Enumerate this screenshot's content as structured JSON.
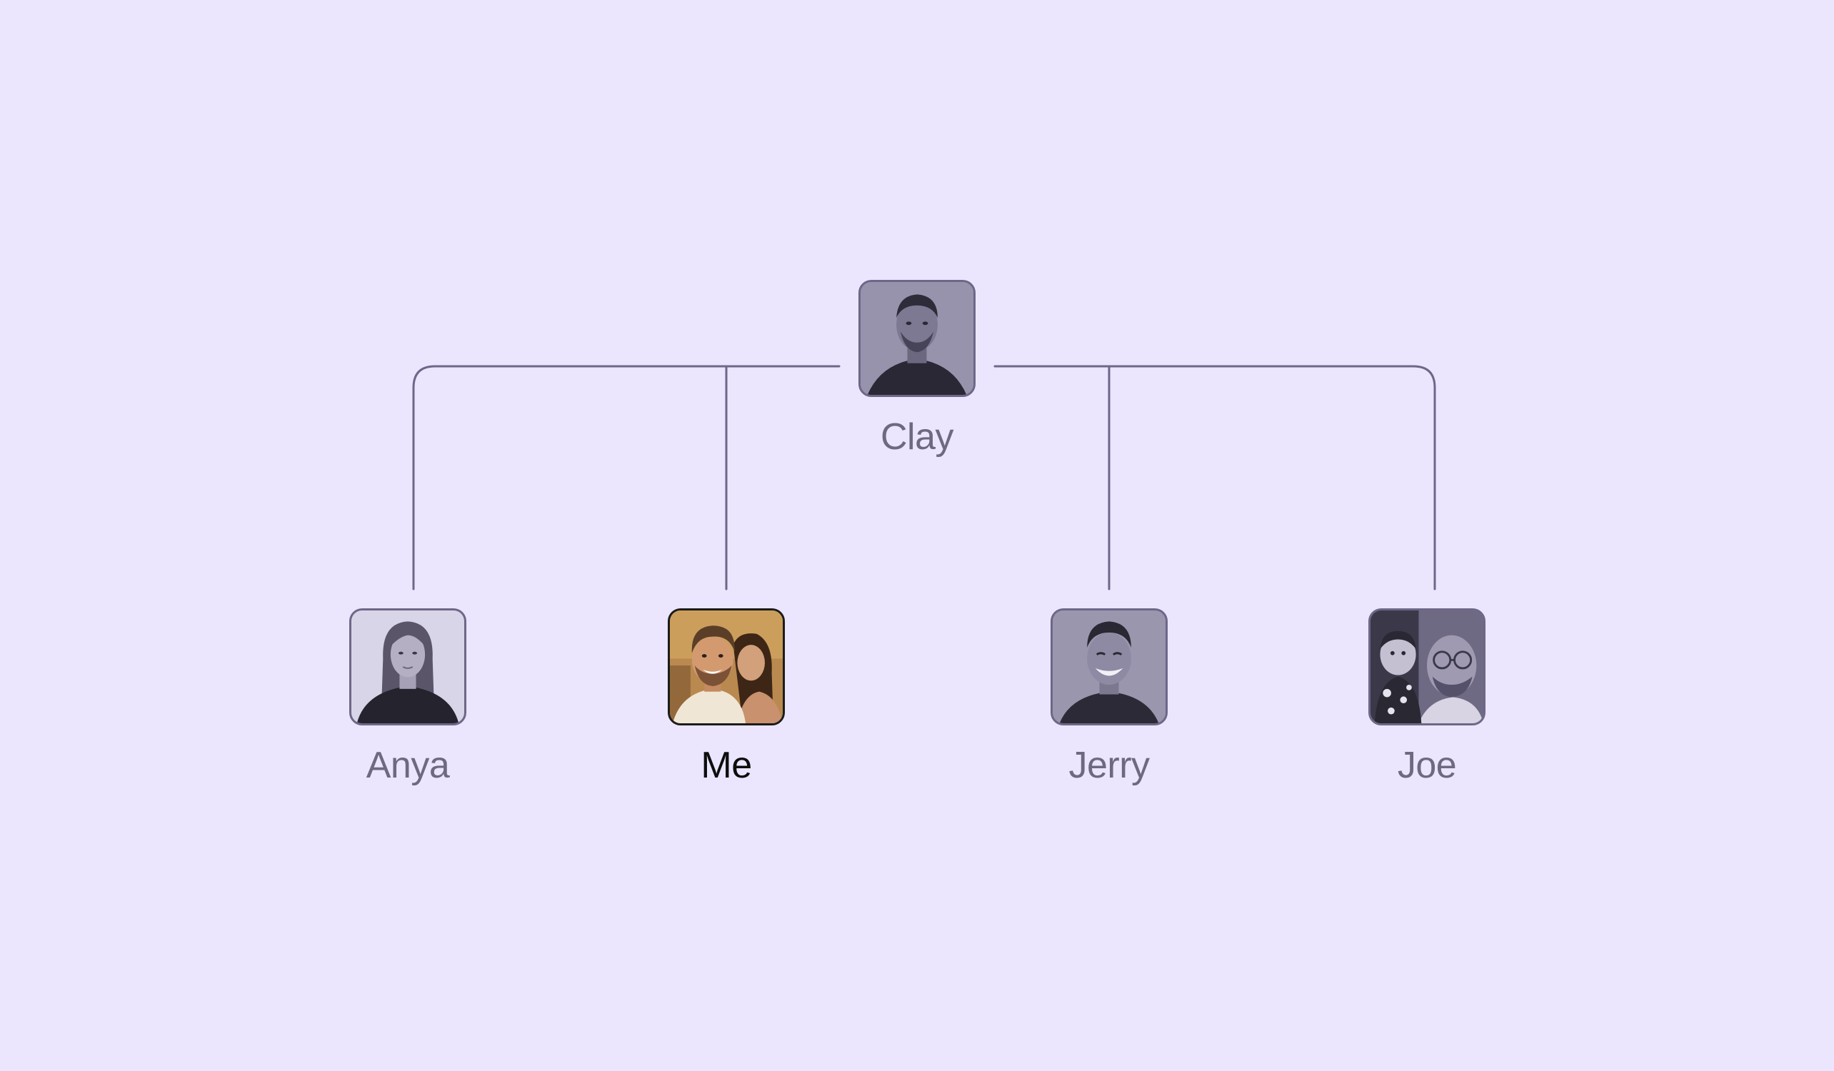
{
  "colors": {
    "background": "#ebe6fd",
    "connector": "#6e6788",
    "label": "#6e6982",
    "label_highlight": "#0d0d0d",
    "highlight_border": "#1b1b1b"
  },
  "tree": {
    "root": {
      "name": "Clay",
      "avatar": "man-portrait-photo",
      "highlight": false
    },
    "children": [
      {
        "name": "Anya",
        "avatar": "woman-portrait-photo",
        "highlight": false
      },
      {
        "name": "Me",
        "avatar": "couple-selfie-photo",
        "highlight": true
      },
      {
        "name": "Jerry",
        "avatar": "smiling-man-photo",
        "highlight": false
      },
      {
        "name": "Joe",
        "avatar": "man-with-baby-photo",
        "highlight": false
      }
    ]
  }
}
